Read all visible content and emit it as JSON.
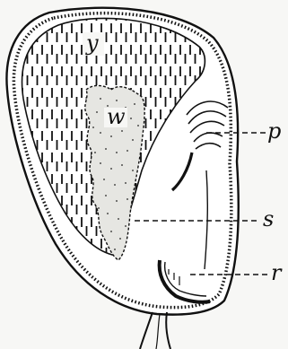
{
  "labels": {
    "y": "y",
    "w": "w",
    "p": "p",
    "s": "s",
    "r": "r"
  },
  "colors": {
    "ink": "#111111",
    "paper": "#f7f7f5",
    "coat_fill": "#ffffff"
  }
}
